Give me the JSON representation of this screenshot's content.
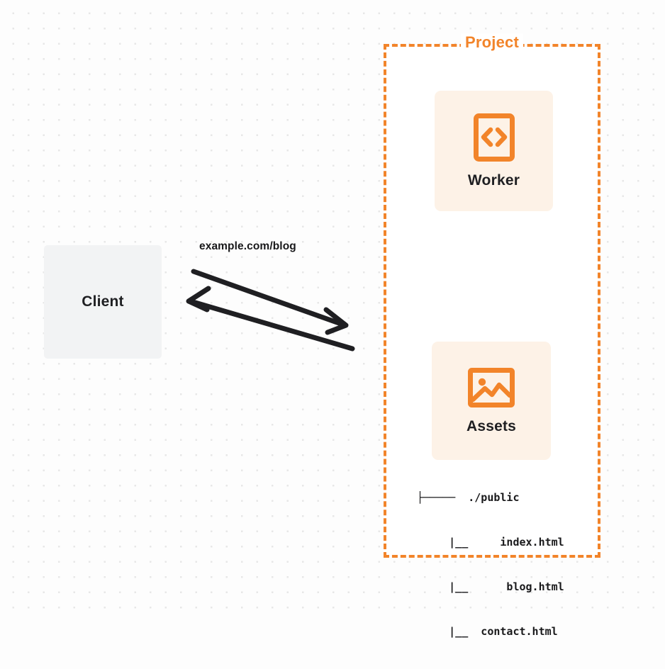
{
  "diagram": {
    "type": "architecture-diagram",
    "background": {
      "style": "dot-grid",
      "page_color": "#fdfdfd",
      "dot_color": "#e7e7e7"
    },
    "colors": {
      "accent_orange": "#f2842a",
      "card_fill": "#fdf2e7",
      "client_fill": "#f2f3f4",
      "text_dark": "#1f1f22",
      "arrow_stroke": "#1f1f22"
    },
    "nodes": {
      "client": {
        "label": "Client",
        "fill": "#f2f3f4"
      },
      "project": {
        "title": "Project",
        "border_style": "dashed",
        "border_color": "#f2842a"
      },
      "worker": {
        "label": "Worker",
        "icon": "code-brackets-icon"
      },
      "assets": {
        "label": "Assets",
        "icon": "image-picture-icon"
      }
    },
    "edges": {
      "request_response": {
        "label": "example.com/blog",
        "directions": [
          "client-to-project",
          "project-to-client"
        ]
      }
    },
    "file_tree": {
      "lines": [
        "├─────  ./public",
        "     |__     index.html",
        "     |__      blog.html",
        "     |__  contact.html"
      ],
      "entries": [
        "./public",
        "index.html",
        "blog.html",
        "contact.html"
      ]
    }
  }
}
